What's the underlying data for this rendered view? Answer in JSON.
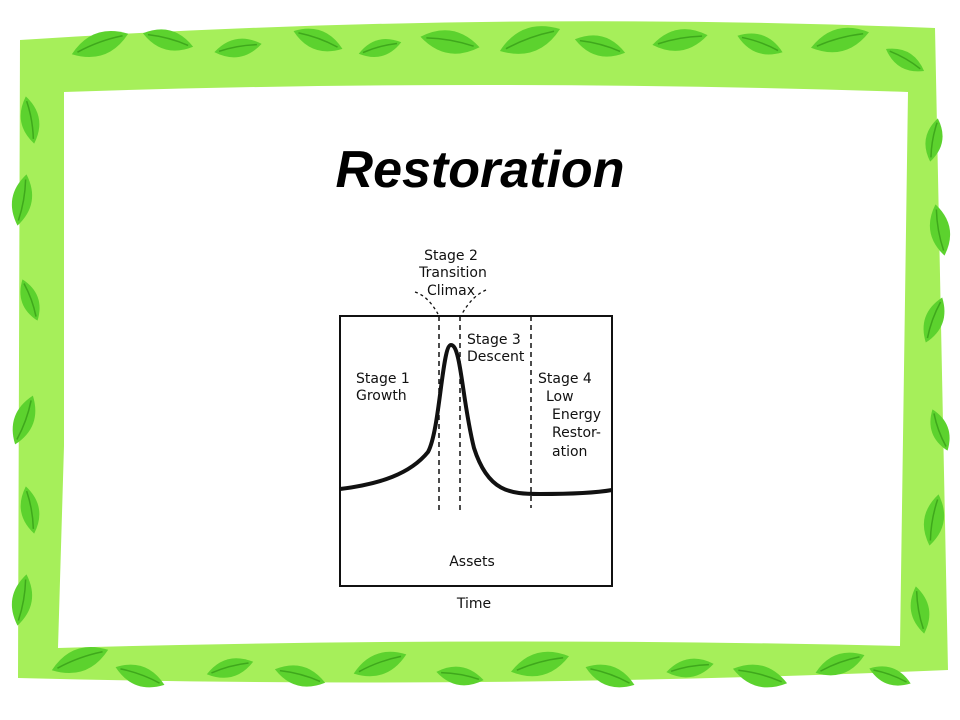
{
  "title": "Restoration",
  "colors": {
    "border_green": "#a6ef5a",
    "leaf_green": "#5cd22e",
    "leaf_dark": "#3fa81c",
    "ink": "#111111"
  },
  "icons": [
    "leaf-icon"
  ],
  "diagram": {
    "stage2_label": [
      "Stage 2",
      "Transition",
      "Climax"
    ],
    "stage1_label": [
      "Stage 1",
      "Growth"
    ],
    "stage3_label": [
      "Stage 3",
      "Descent"
    ],
    "stage4_label": [
      "Stage 4",
      "Low",
      "Energy",
      "Restor-",
      "ation"
    ],
    "inner_label": "Assets",
    "axis_label": "Time"
  }
}
